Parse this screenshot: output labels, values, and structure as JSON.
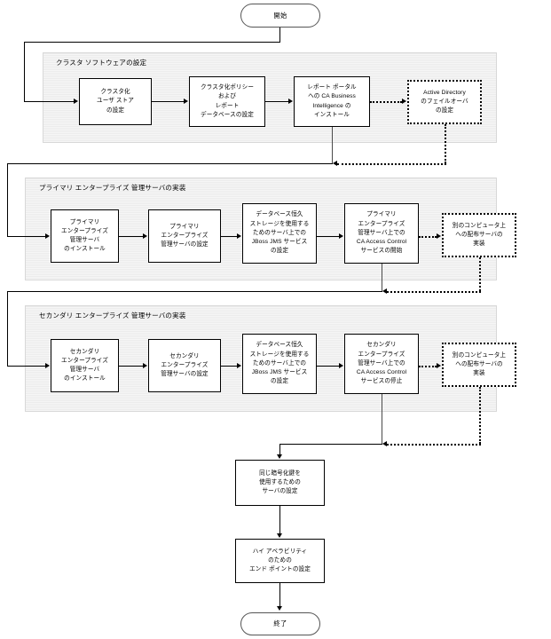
{
  "diagram": {
    "title_start": "開始",
    "title_end": "終了"
  },
  "groups": [
    {
      "label": "クラスタ ソフトウェアの設定"
    },
    {
      "label": "プライマリ エンタープライズ 管理サーバの実装"
    },
    {
      "label": "セカンダリ エンタープライズ 管理サーバの実装"
    }
  ],
  "row1": {
    "node1": "クラスタ化\nユーザ ストア\nの設定",
    "node2": "クラスタ化ポリシー\nおよび\nレポート\nデータベースの設定",
    "node3": "レポート ポータル\nへの CA Business\nIntelligence の\nインストール",
    "node4": "Active Directory\nのフェイルオーバ\nの設定"
  },
  "row2": {
    "node1": "プライマリ\nエンタープライズ\n管理サーバ\nのインストール",
    "node2": "プライマリ\nエンタープライズ\n管理サーバの設定",
    "node3": "データベース恒久\nストレージを使用する\nためのサーバ上での\nJBoss JMS サービス\nの設定",
    "node4": "プライマリ\nエンタープライズ\n管理サーバ上での\nCA Access Control\nサービスの開始",
    "node5": "別のコンピュータ上\nへの配布サーバの\n実装"
  },
  "row3": {
    "node1": "セカンダリ\nエンタープライズ\n管理サーバ\nのインストール",
    "node2": "セカンダリ\nエンタープライズ\n管理サーバの設定",
    "node3": "データベース恒久\nストレージを使用する\nためのサーバ上での\nJBoss JMS サービス\nの設定",
    "node4": "セカンダリ\nエンタープライズ\n管理サーバ上での\nCA Access Control\nサービスの停止",
    "node5": "別のコンピュータ上\nへの配布サーバの\n実装"
  },
  "tail": {
    "node1": "同じ暗号化鍵を\n使用するための\nサーバの設定",
    "node2": "ハイ アベラビリティ\nのための\nエンド ポイントの設定"
  },
  "colors": {
    "group_fill": "#ececec",
    "node_fill": "#ffffff",
    "stroke": "#000000",
    "connector": "#4a4a4a"
  }
}
